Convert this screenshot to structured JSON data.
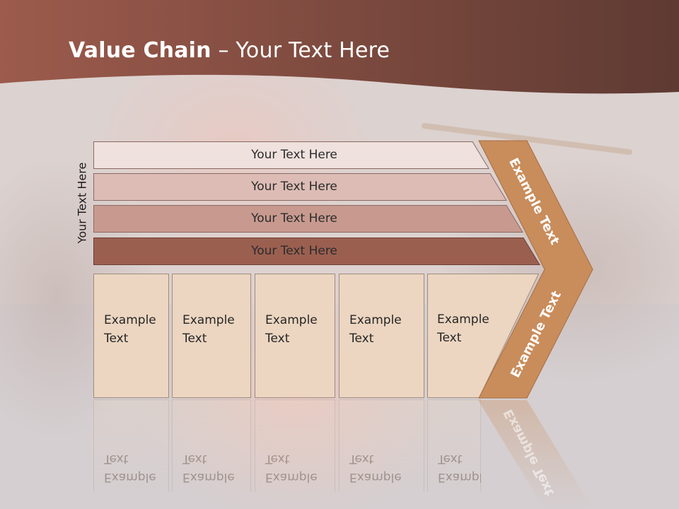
{
  "title": {
    "bold": "Value Chain",
    "rest": " – Your Text Here"
  },
  "side_label": "Your Text Here",
  "bars": [
    {
      "label": "Your Text Here",
      "fill": "#efe1dd"
    },
    {
      "label": "Your Text Here",
      "fill": "#dcbcb5"
    },
    {
      "label": "Your Text Here",
      "fill": "#c89a8f"
    },
    {
      "label": "Your Text Here",
      "fill": "#9b5f50"
    }
  ],
  "boxes": [
    {
      "line1": "Example",
      "line2": "Text"
    },
    {
      "line1": "Example",
      "line2": "Text"
    },
    {
      "line1": "Example",
      "line2": "Text"
    },
    {
      "line1": "Example",
      "line2": "Text"
    },
    {
      "line1": "Example",
      "line2": "Text"
    }
  ],
  "chevron": {
    "upper": "Example Text",
    "lower": "Example Text",
    "color": "#c98c5b"
  },
  "colors": {
    "header": "#7d4a3f",
    "box_fill": "#ecd6c1"
  }
}
